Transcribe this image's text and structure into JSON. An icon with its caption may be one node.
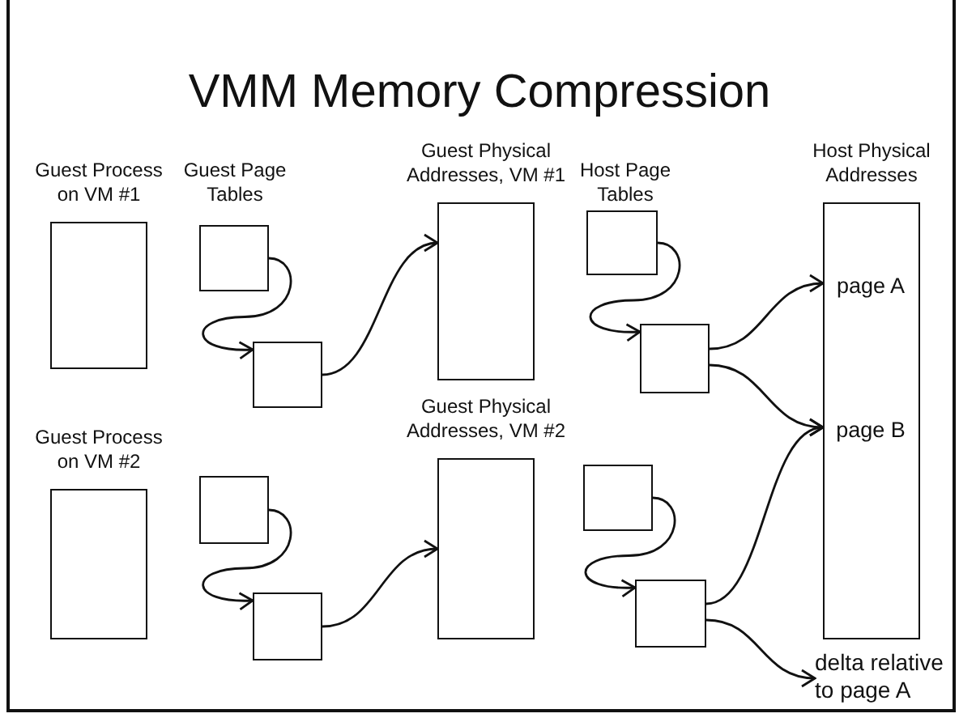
{
  "diagram": {
    "title": "VMM Memory Compression",
    "nodes": [
      {
        "text": [
          "Guest Process on VM #1"
        ]
      },
      {
        "text": [],
        "shape": "box"
      },
      {
        "text": [],
        "shape": "box"
      },
      {
        "text": [
          "Guest Physical Addresses, VM #1"
        ]
      },
      {
        "text": [],
        "shape": "box"
      },
      {
        "text": [],
        "shape": "box"
      },
      {
        "text": [
          "Host Physical Addresses"
        ]
      },
      {
        "text": [
          "page A"
        ],
        "in": 6
      },
      {
        "text": [
          "page B"
        ],
        "in": 6
      },
      {
        "text": [
          "Guest Process on VM #2"
        ]
      },
      {
        "text": [],
        "shape": "box"
      },
      {
        "text": [],
        "shape": "box"
      },
      {
        "text": [
          "Guest Physical Addresses, VM #2"
        ]
      },
      {
        "text": [],
        "shape": "box"
      },
      {
        "text": [],
        "shape": "box"
      },
      {
        "text": [
          "delta relative to page A"
        ]
      }
    ],
    "edges": [
      {
        "from": 1,
        "to": 2,
        "arrow": "to"
      },
      {
        "from": 2,
        "to": 3,
        "arrow": "to"
      },
      {
        "from": 4,
        "to": 5,
        "arrow": "to"
      },
      {
        "from": 5,
        "to": 7,
        "arrow": "to"
      },
      {
        "from": 5,
        "to": 8,
        "arrow": "to"
      },
      {
        "from": 10,
        "to": 11,
        "arrow": "to"
      },
      {
        "from": 11,
        "to": 12,
        "arrow": "to"
      },
      {
        "from": 13,
        "to": 14,
        "arrow": "to"
      },
      {
        "from": 14,
        "to": 8,
        "arrow": "to"
      },
      {
        "from": 14,
        "to": 15,
        "arrow": "to"
      }
    ],
    "labels": [
      "Guest Page Tables",
      "Host Page Tables"
    ]
  }
}
